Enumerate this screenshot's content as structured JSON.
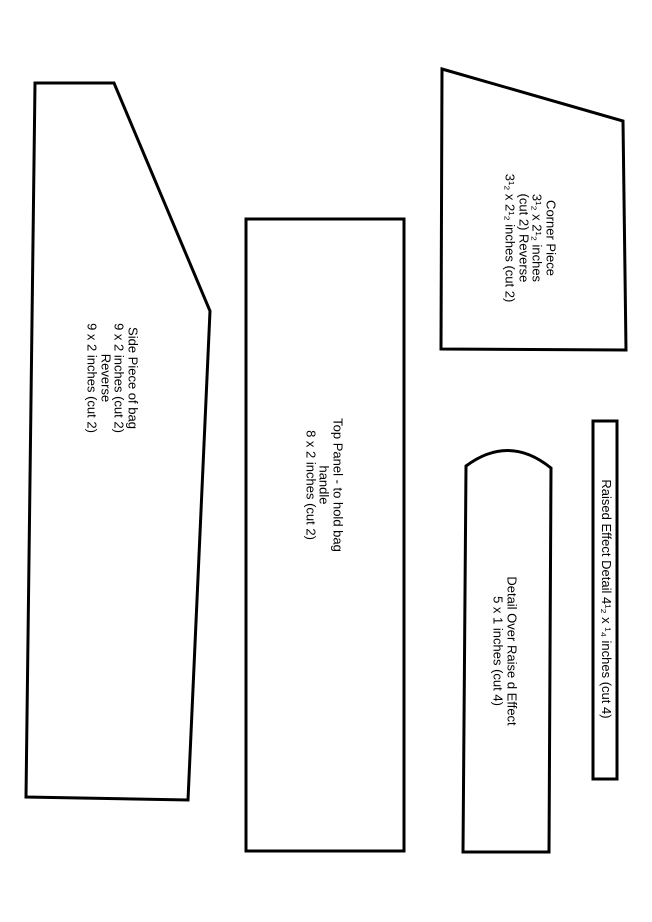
{
  "pieces": {
    "side_piece": {
      "lines": [
        "Side  Piece of bag",
        "9 x 2 inches (cut 2)",
        "Reverse",
        "9 x 2 inches (cut 2)"
      ]
    },
    "top_panel": {
      "lines": [
        "Top Panel - to hold bag",
        "handle",
        "8 x 2 inches  (cut 2)"
      ]
    },
    "corner_piece": {
      "lines": [
        "Corner Piece",
        "3¹₂ x 2¹₂ inches",
        "(cut 2) Reverse",
        "3¹₂ x 2¹₂ inches (cut 2)"
      ]
    },
    "detail_over": {
      "lines": [
        "Detail Over  Raise d Effect",
        "5 x 1 inches (cut 4)"
      ]
    },
    "raised_effect": {
      "lines": [
        "Raised Effect Detail  4¹₂ x ¹₄ inches (cut 4)"
      ]
    }
  }
}
